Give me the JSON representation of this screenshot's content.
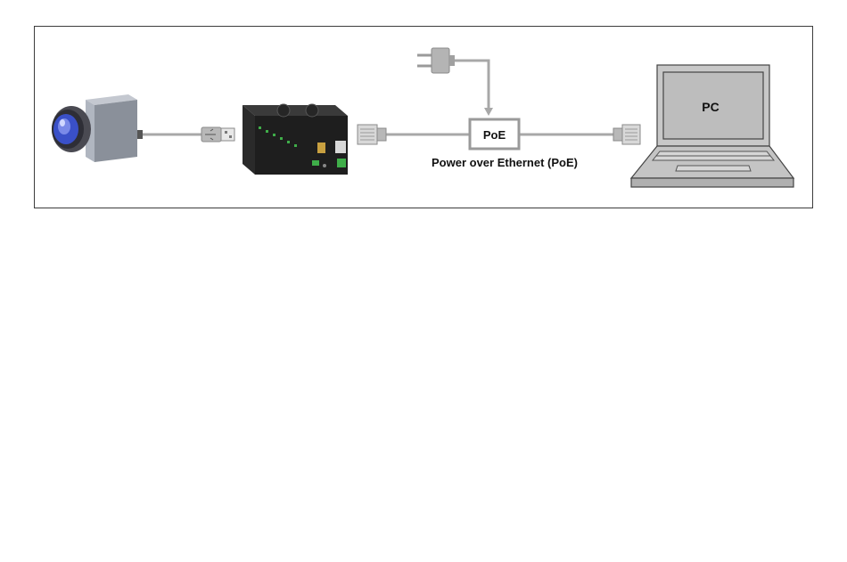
{
  "diagram": {
    "labels": {
      "poe_box": "PoE",
      "poe_caption": "Power over Ethernet (PoE)",
      "pc_screen": "PC"
    },
    "icons": {
      "camera": "thermal-camera-icon",
      "usb_plug": "usb-plug-icon",
      "server": "usb-server-device-icon",
      "ethernet_plug": "ethernet-plug-icon",
      "power_plug": "power-plug-icon",
      "laptop": "laptop-icon"
    },
    "colors": {
      "cable": "#a8a8a8",
      "frame": "#3c3c3c",
      "poe_border": "#9a9a9a",
      "device_body": "#1e1e1e",
      "camera_body": "#9aa0aa",
      "lens": "#3a50c8",
      "laptop_gray": "#b4b4b4"
    }
  }
}
